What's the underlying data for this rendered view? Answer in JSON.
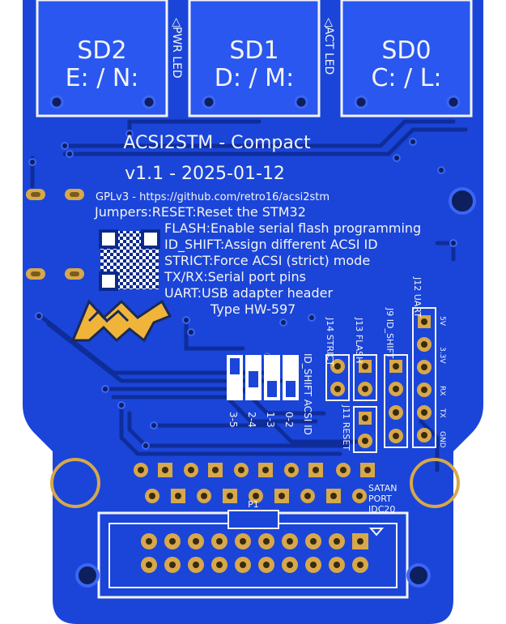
{
  "colors": {
    "board": "#1a45d8",
    "copper": "#2f5cf2",
    "trace_dark": "#0f2d9a",
    "silkscreen": "#f4f4f4",
    "gold": "#d7a84a",
    "logo_gold": "#f0b43a",
    "logo_dark": "#1b2a55"
  },
  "sd_slots": [
    {
      "name": "SD2",
      "drives": "E: / N:"
    },
    {
      "name": "SD1",
      "drives": "D: / M:"
    },
    {
      "name": "SD0",
      "drives": "C: / L:"
    }
  ],
  "side_labels": {
    "pwr_led": "◁PWR LED",
    "act_led": "◁ACT LED"
  },
  "title": "ACSI2STM - Compact",
  "version": "v1.1 - 2025-01-12",
  "license": "GPLv3 - https://github.com/retro16/acsi2stm",
  "notes": [
    "Jumpers:RESET:Reset the STM32",
    "FLASH:Enable serial flash programming",
    "ID_SHIFT:Assign different ACSI ID",
    "STRICT:Force ACSI (strict) mode",
    "TX/RX:Serial port pins",
    "UART:USB adapter header",
    "Type HW-597"
  ],
  "jumpers": {
    "strict": "J14 STRICT",
    "flash": "J13 FLASH",
    "id_shift": "J9 ID_SHIFT",
    "reset": "J11 RESET",
    "uart": "J12 UART"
  },
  "uart_pins": [
    "5V",
    "3.3V",
    "RX",
    "TX",
    "GND"
  ],
  "dip": {
    "title": "ID_SHIFT ACSI ID",
    "options": [
      "3-5",
      "2-4",
      "1-3",
      "0-2"
    ]
  },
  "satan_port": [
    "SATAN",
    "PORT",
    "IDC20"
  ],
  "connector": "P1"
}
